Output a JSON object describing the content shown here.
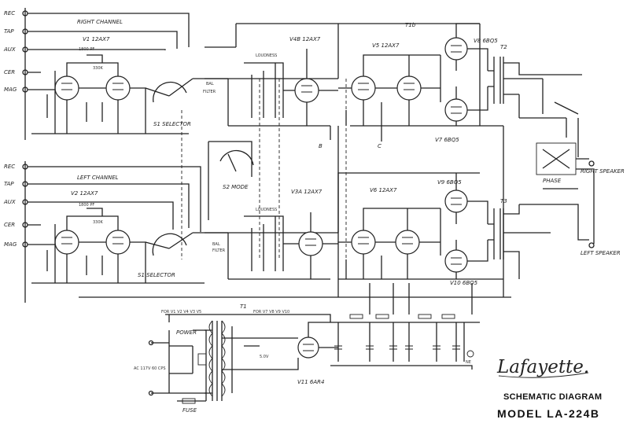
{
  "inputs": {
    "right": [
      "REC",
      "TAP",
      "AUX",
      "CER",
      "MAG"
    ],
    "left": [
      "REC",
      "TAP",
      "AUX",
      "CER",
      "MAG"
    ]
  },
  "channels": {
    "right": "RIGHT CHANNEL",
    "left": "LEFT CHANNEL"
  },
  "tubes": {
    "v1": "V1 12AX7",
    "v2": "V2 12AX7",
    "v3a": "V3A 12AX7",
    "v4b": "V4B 12AX7",
    "v5": "V5 12AX7",
    "v6": "V6 12AX7",
    "v7": "V7 6BQ5",
    "v8": "V8 6BQ5",
    "v9": "V9 6BQ5",
    "v10": "V10 6BQ5",
    "v11": "V11 6AR4"
  },
  "controls": {
    "selector_right": "S1 SELECTOR",
    "selector_left": "S1 SELECTOR",
    "mode": "S2 MODE",
    "phase": "PHASE",
    "power": "POWER",
    "fuse": "FUSE"
  },
  "speakers": {
    "right": "RIGHT SPEAKER",
    "left": "LEFT SPEAKER"
  },
  "transformers": {
    "t1": "T1",
    "t2": "T2"
  },
  "mains": "AC 117V 60 CPS",
  "brand": "Lafayette.",
  "title": {
    "line1": "SCHEMATIC DIAGRAM",
    "line2": "MODEL LA-224B"
  }
}
